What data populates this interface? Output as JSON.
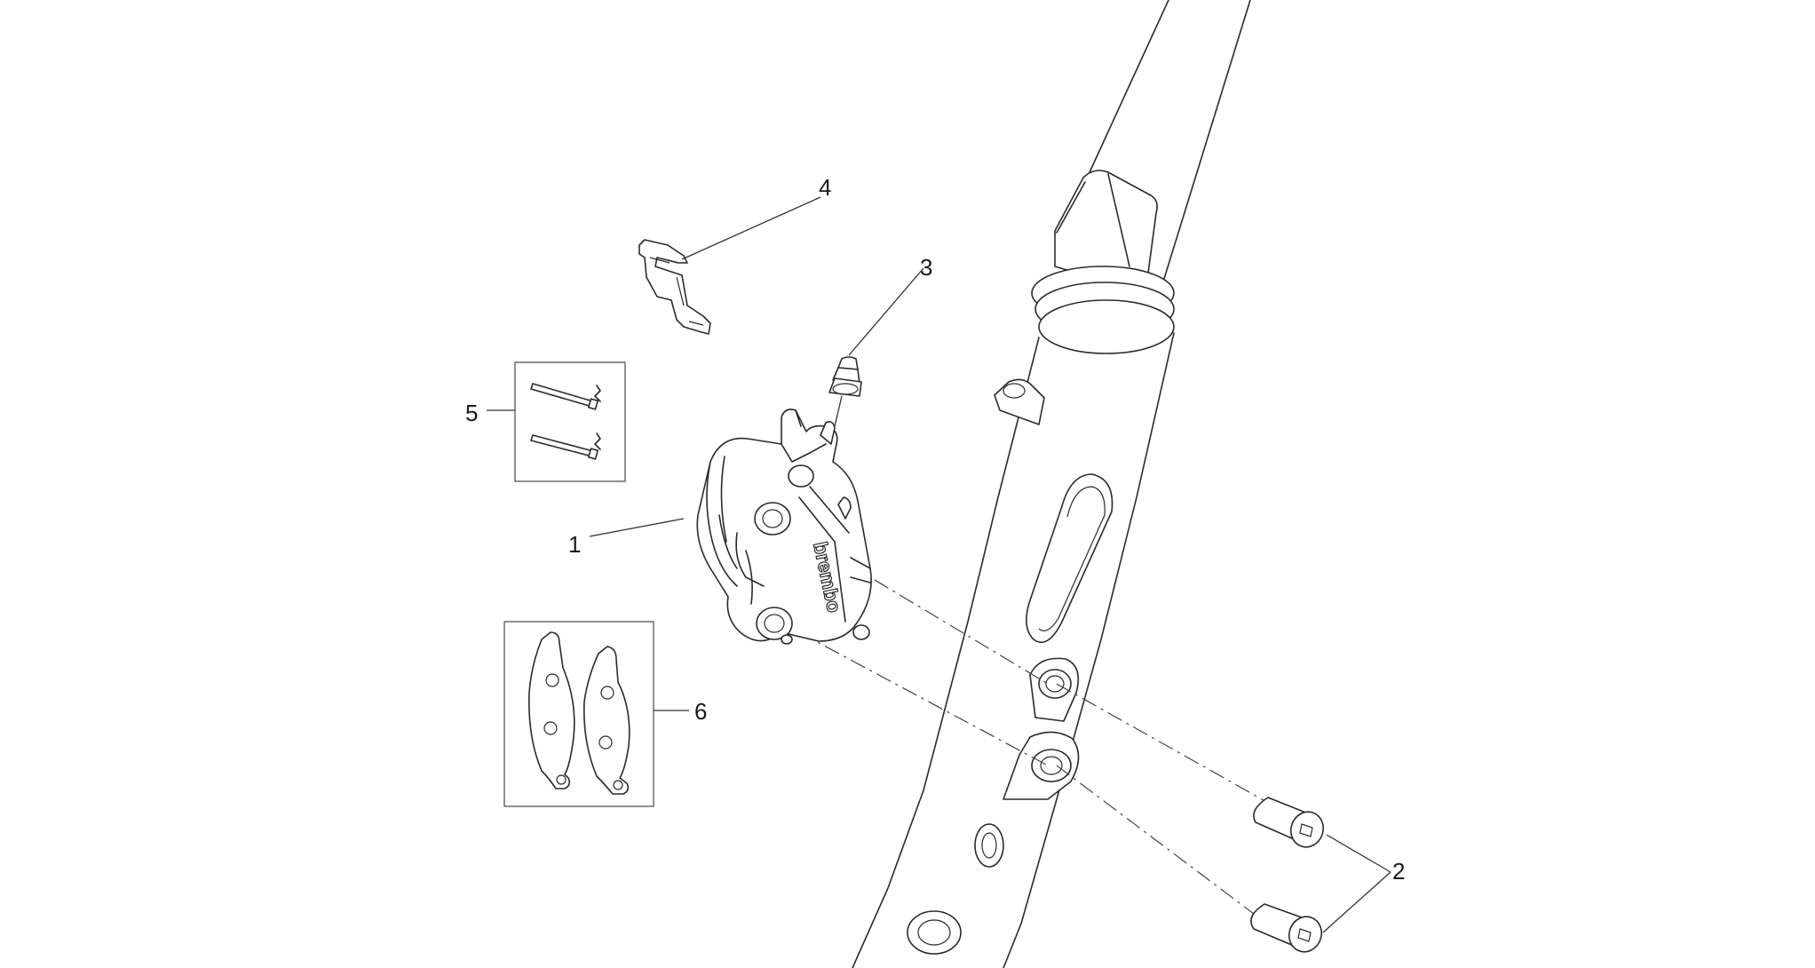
{
  "callouts": [
    {
      "id": "1",
      "label": "1"
    },
    {
      "id": "2",
      "label": "2"
    },
    {
      "id": "3",
      "label": "3"
    },
    {
      "id": "4",
      "label": "4"
    },
    {
      "id": "5",
      "label": "5"
    },
    {
      "id": "6",
      "label": "6"
    }
  ],
  "caliper_brand": "brembo"
}
